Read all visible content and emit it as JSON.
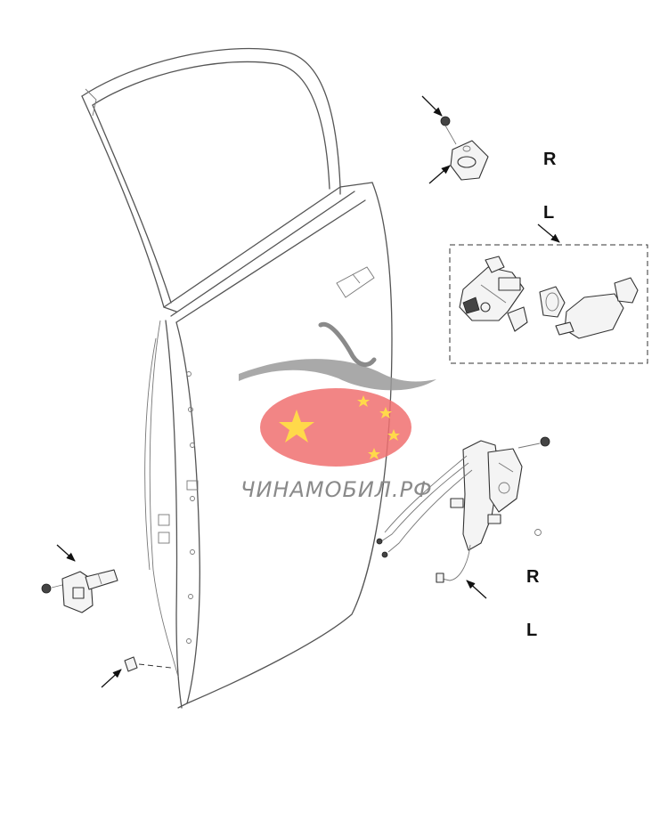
{
  "labels": {
    "striker_r": "R",
    "handle_l": "L",
    "lock_r": "R",
    "lock_l": "L"
  },
  "watermark": {
    "text": "ЧИНАМОБИЛ.РФ",
    "flag_color": "#f07070",
    "star_color": "#ffd94a",
    "text_color": "#8a8a8a"
  }
}
